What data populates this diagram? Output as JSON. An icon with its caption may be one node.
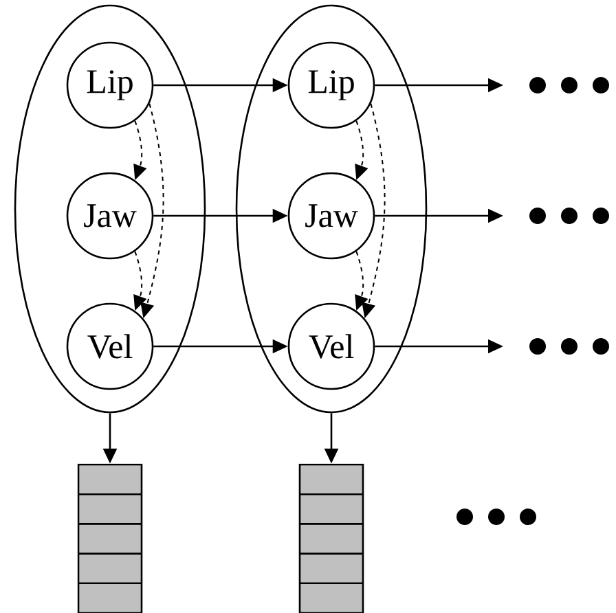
{
  "diagram": {
    "nodes": [
      {
        "text": [],
        "shape": "ellipse"
      },
      {
        "text": [
          "Lip"
        ],
        "in": 0
      },
      {
        "text": [
          "Jaw"
        ],
        "in": 0
      },
      {
        "text": [
          "Vel"
        ],
        "in": 0
      },
      {
        "text": [],
        "shape": "ellipse"
      },
      {
        "text": [
          "Lip"
        ],
        "in": 4
      },
      {
        "text": [
          "Jaw"
        ],
        "in": 4
      },
      {
        "text": [
          "Vel"
        ],
        "in": 4
      },
      {
        "text": [],
        "shape": "box"
      },
      {
        "text": [],
        "shape": "box"
      }
    ],
    "edges": [
      {
        "from": 1,
        "to": 5,
        "arrow": "to"
      },
      {
        "from": 2,
        "to": 6,
        "arrow": "to"
      },
      {
        "from": 3,
        "to": 7,
        "arrow": "to"
      },
      {
        "from": 5,
        "to": null,
        "arrow": "to"
      },
      {
        "from": 6,
        "to": null,
        "arrow": "to"
      },
      {
        "from": 7,
        "to": null,
        "arrow": "to"
      },
      {
        "from": 1,
        "to": 2,
        "arrow": "to",
        "style": "dashed"
      },
      {
        "from": 2,
        "to": 3,
        "arrow": "to",
        "style": "dashed"
      },
      {
        "from": 1,
        "to": 3,
        "arrow": "to",
        "style": "dashed"
      },
      {
        "from": 5,
        "to": 6,
        "arrow": "to",
        "style": "dashed"
      },
      {
        "from": 6,
        "to": 7,
        "arrow": "to",
        "style": "dashed"
      },
      {
        "from": 5,
        "to": 7,
        "arrow": "to",
        "style": "dashed"
      },
      {
        "from": 0,
        "to": 8,
        "arrow": "to"
      },
      {
        "from": 4,
        "to": 9,
        "arrow": "to"
      }
    ]
  }
}
